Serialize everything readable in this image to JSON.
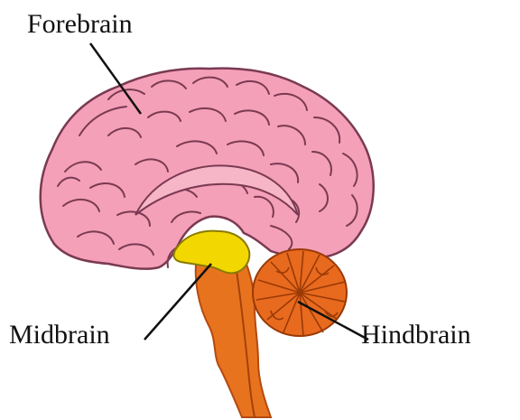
{
  "labels": {
    "forebrain": "Forebrain",
    "midbrain": "Midbrain",
    "hindbrain": "Hindbrain"
  },
  "colors": {
    "forebrain": "#f4a0b8",
    "forebrain_outline": "#7a3a52",
    "midbrain": "#f2d800",
    "hindbrain": "#e86a1e",
    "brainstem": "#e8731f",
    "leader_line": "#111111"
  }
}
